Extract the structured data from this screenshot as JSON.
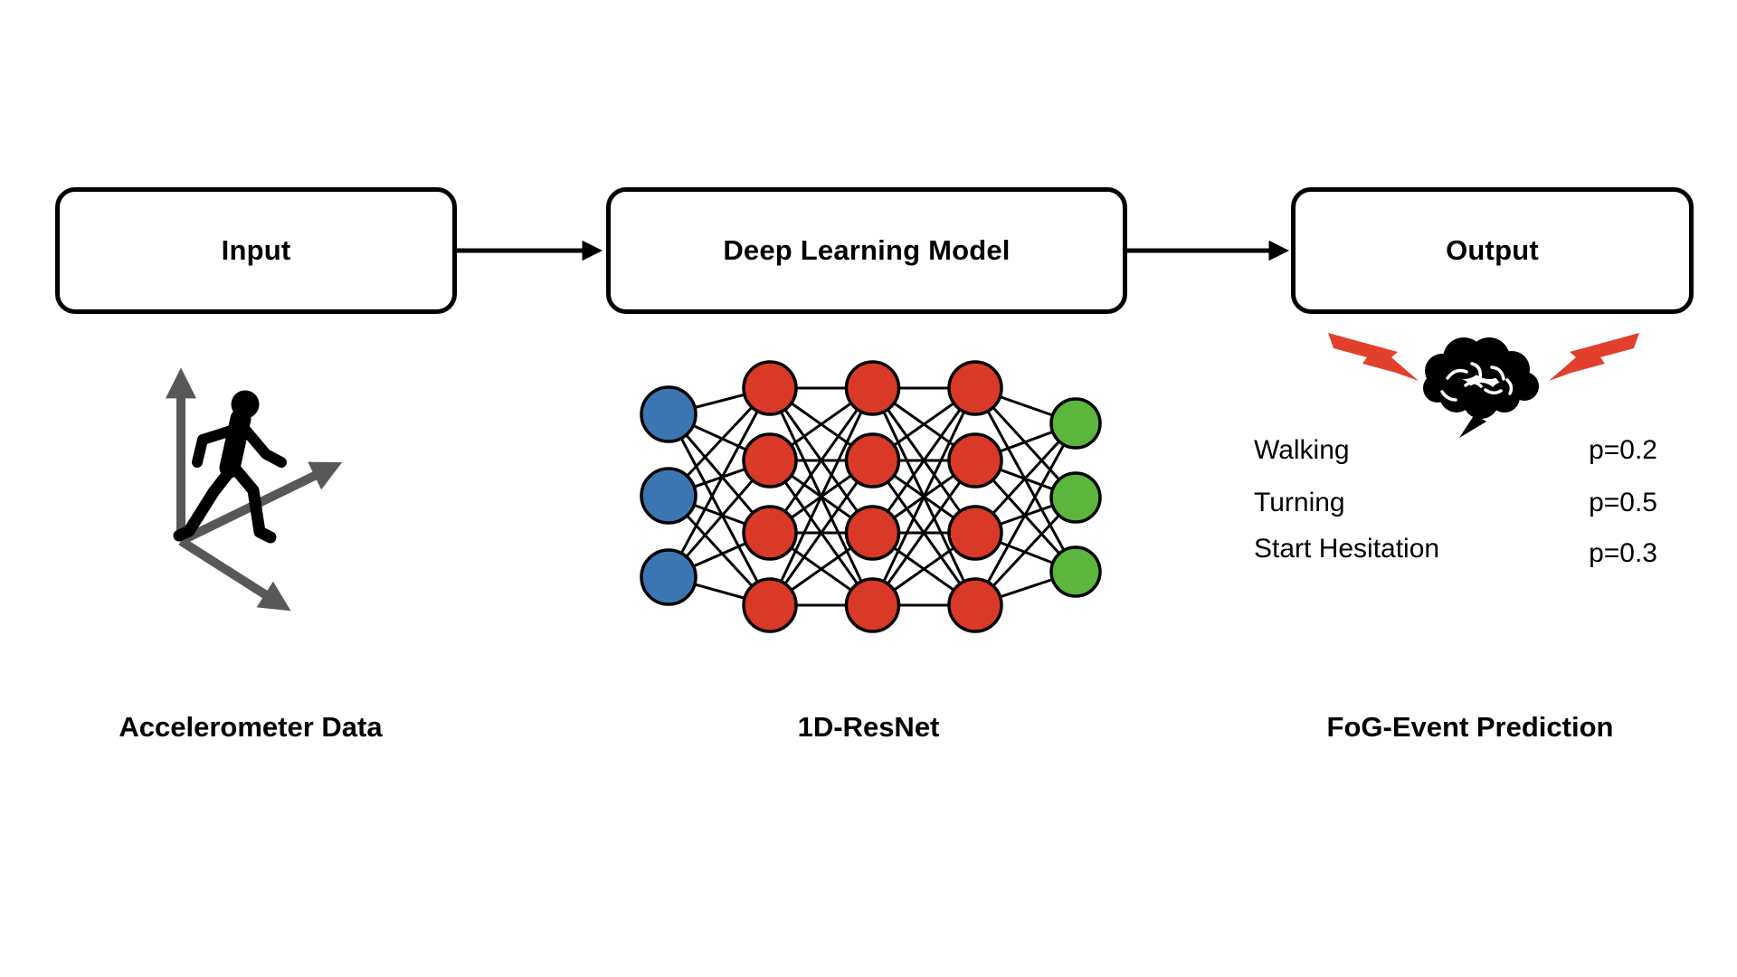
{
  "diagram": {
    "stages": [
      {
        "box_label": "Input",
        "caption": "Accelerometer Data",
        "icon": "walking-person-on-xyz-axes"
      },
      {
        "box_label": "Deep Learning Model",
        "caption": "1D-ResNet",
        "icon": "neural-network"
      },
      {
        "box_label": "Output",
        "caption": "FoG-Event Prediction",
        "icon": "brain-with-lightning"
      }
    ],
    "predictions": [
      {
        "label": "Walking",
        "value": "p=0.2"
      },
      {
        "label": "Turning",
        "value": "p=0.5"
      },
      {
        "label": "Start Hesitation",
        "value": "p=0.3"
      }
    ],
    "network": {
      "input_nodes": 3,
      "hidden_layers": 3,
      "hidden_nodes_per_layer": 4,
      "output_nodes": 3
    },
    "colors": {
      "node_input": "#3B76B3",
      "node_hidden": "#D93A27",
      "node_output": "#5CB53C",
      "lightning": "#E2402C",
      "axes_gray": "#58585A",
      "stroke": "#000000",
      "background": "#FFFFFF"
    }
  }
}
